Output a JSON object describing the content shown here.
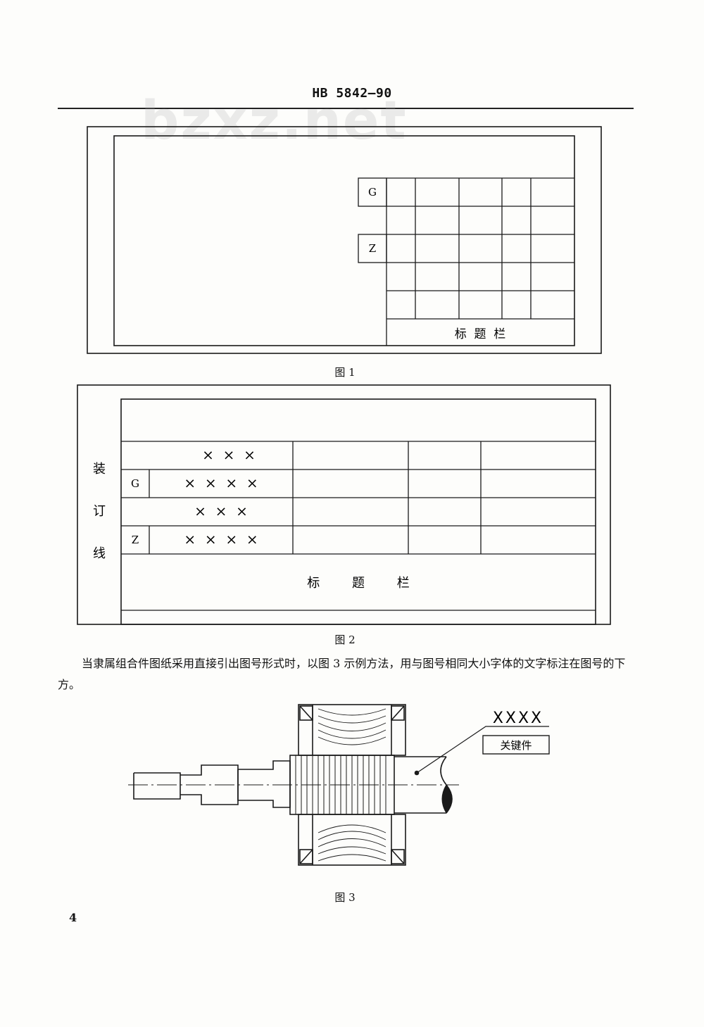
{
  "header": {
    "standard_code": "HB 5842—90"
  },
  "watermark": {
    "text": "bzxz.net"
  },
  "figure1": {
    "row_labels": [
      "G",
      "Z"
    ],
    "title_block": "标  题  栏",
    "caption": "图 1"
  },
  "figure2": {
    "binding_line": [
      "装",
      "订",
      "线"
    ],
    "row_labels": [
      "G",
      "Z"
    ],
    "row_marks": [
      "×  ×  ×",
      "×  ×  ×  ×",
      "×  ×  ×",
      "×  ×  ×  ×"
    ],
    "title_block": "标        题        栏",
    "caption": "图 2"
  },
  "paragraph": "当隶属组合件图纸采用直接引出图号形式时，以图 3 示例方法，用与图号相同大小字体的文字标注在图号的下方。",
  "figure3": {
    "drawing_number": "XXXX",
    "key_part_label": "关键件",
    "caption": "图 3"
  },
  "page_number": "4"
}
